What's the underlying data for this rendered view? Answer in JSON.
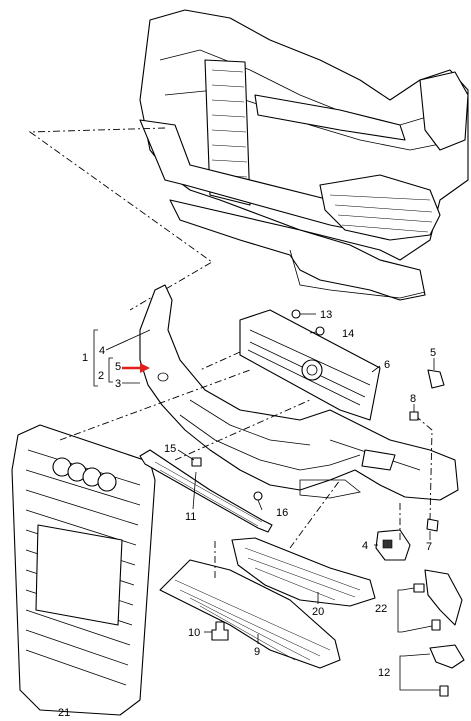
{
  "diagram": {
    "callouts": {
      "c1": "1",
      "c2": "2",
      "c3": "3",
      "c4a": "4",
      "c4b": "4",
      "c5a": "5",
      "c5b": "5",
      "c6": "6",
      "c7": "7",
      "c8": "8",
      "c9": "9",
      "c10": "10",
      "c11": "11",
      "c12": "12",
      "c13": "13",
      "c14": "14",
      "c15": "15",
      "c16": "16",
      "c20": "20",
      "c21": "21",
      "c22": "22"
    },
    "colors": {
      "line": "#000000",
      "background": "#ffffff",
      "arrow": "#e0201b"
    }
  }
}
